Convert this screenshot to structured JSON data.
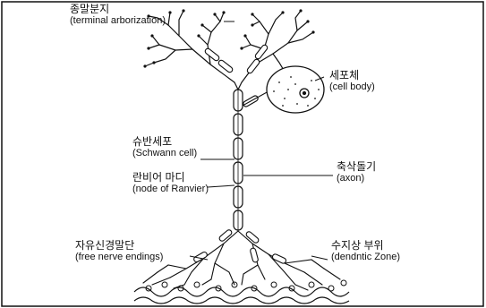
{
  "labels": {
    "terminal_arborization": {
      "ko": "종말분지",
      "en": "(terminal arborization)"
    },
    "cell_body": {
      "ko": "세포체",
      "en": "(cell body)"
    },
    "schwann_cell": {
      "ko": "슈반세포",
      "en": "(Schwann cell)"
    },
    "node_of_ranvier": {
      "ko": "란비어 마디",
      "en": "(node of Ranvier)"
    },
    "axon": {
      "ko": "축삭돌기",
      "en": "(axon)"
    },
    "free_nerve_endings": {
      "ko": "자유신경말단",
      "en": "(free nerve endings)"
    },
    "dendritic_zone": {
      "ko": "수지상 부위",
      "en": "(dendntic Zone)"
    }
  },
  "colors": {
    "ink": "#111111",
    "fill": "#ffffff"
  }
}
